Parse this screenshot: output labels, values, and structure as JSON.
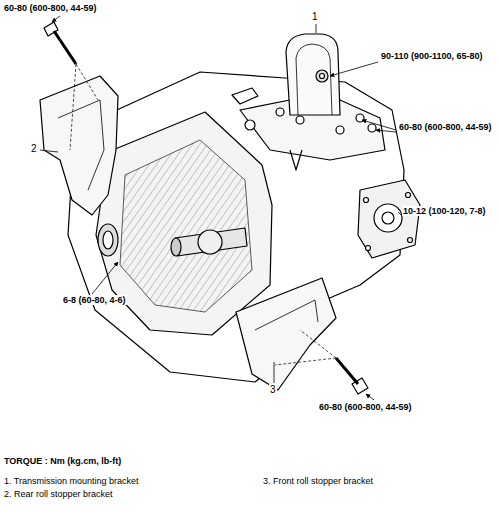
{
  "diagram": {
    "labels": [
      "60-80 (600-800, 44-59)",
      "1",
      "90-110 (900-1100, 65-80)",
      "60-80 (600-800, 44-59)",
      "2",
      "10-12 (100-120, 7-8)",
      "6-8 (60-80, 4-6)",
      "3",
      "60-80 (600-800, 44-59)",
      "TORQUE : Nm (kg.cm, lb-ft)",
      "1. Transmission mounting bracket",
      "2. Rear roll stopper bracket",
      "3. Front roll stopper bracket"
    ]
  }
}
